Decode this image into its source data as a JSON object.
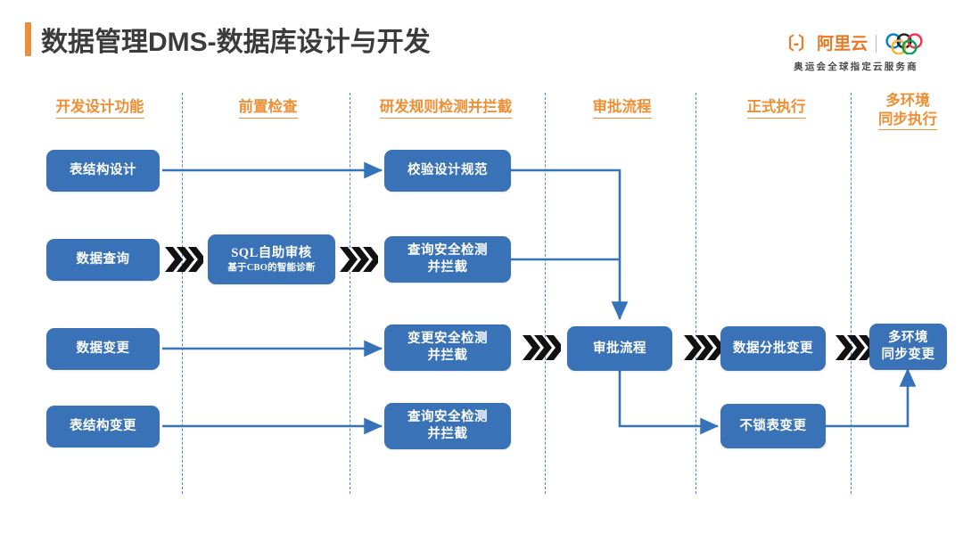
{
  "header": {
    "title": "数据管理DMS-数据库设计与开发",
    "accent_color": "#e8903a",
    "logo": {
      "brand_mark": "〔-〕",
      "brand_name": "阿里云",
      "rings_icon": "olympic-rings-icon",
      "tagline": "奥运会全球指定云服务商"
    }
  },
  "columns": [
    {
      "id": "dev-design",
      "label": "开发设计功能"
    },
    {
      "id": "pre-check",
      "label": "前置检查"
    },
    {
      "id": "rule-detect",
      "label": "研发规则检测并拦截"
    },
    {
      "id": "approval",
      "label": "审批流程"
    },
    {
      "id": "formal-exec",
      "label": "正式执行"
    },
    {
      "id": "multi-env-sync",
      "label": "多环境\n同步执行"
    }
  ],
  "nodes": {
    "table_design": {
      "label": "表结构设计"
    },
    "data_query": {
      "label": "数据查询"
    },
    "data_change": {
      "label": "数据变更"
    },
    "schema_change": {
      "label": "表结构变更"
    },
    "sql_audit": {
      "label": "SQL自助审核",
      "sub": "基于CBO的智能诊断"
    },
    "verify_spec": {
      "label": "校验设计规范"
    },
    "query_safe_1": {
      "label": "查询安全检测\n并拦截"
    },
    "change_safe": {
      "label": "变更安全检测\n并拦截"
    },
    "query_safe_2": {
      "label": "查询安全检测\n并拦截"
    },
    "approval_flow": {
      "label": "审批流程"
    },
    "batch_change": {
      "label": "数据分批变更"
    },
    "no_lock_change": {
      "label": "不锁表变更"
    },
    "multi_env_change": {
      "label": "多环境\n同步变更"
    }
  },
  "colors": {
    "box_fill": "#3a72b8",
    "header_orange": "#ed9035",
    "divider_blue": "#4a86d0",
    "connector_blue": "#3572b8",
    "chevron_black": "#111111",
    "title_gray": "#3b3b3b"
  }
}
